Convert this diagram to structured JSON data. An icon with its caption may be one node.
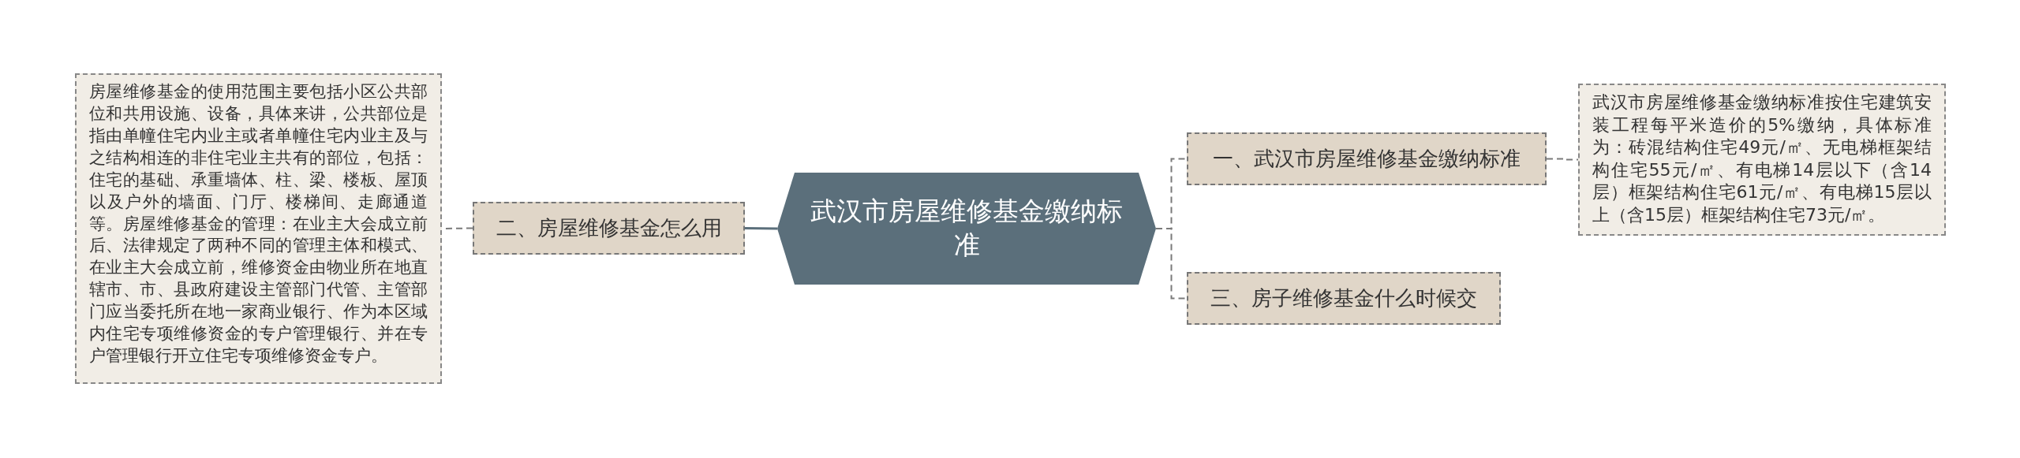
{
  "diagram": {
    "nodes": [
      {
        "text": [
          "武汉市房屋维修基金缴纳标准"
        ]
      },
      {
        "text": [
          "一、武汉市房屋维修基金缴纳标准"
        ]
      },
      {
        "text": [
          "武汉市房屋维修基金缴纳标准按住宅建筑安装工程每平米造价的5%缴纳，具体标准为：砖混结构住宅49元/㎡、无电梯框架结构住宅55元/㎡、有电梯14层以下（含14层）框架结构住宅61元/㎡、有电梯15层以上（含15层）框架结构住宅73元/㎡。"
        ]
      },
      {
        "text": [
          "三、房子维修基金什么时候交"
        ]
      },
      {
        "text": [
          "二、房屋维修基金怎么用"
        ]
      },
      {
        "text": [
          "房屋维修基金的使用范围主要包括小区公共部位和共用设施、设备，具体来讲，公共部位是指由单幢住宅内业主或者单幢住宅内业主及与之结构相连的非住宅业主共有的部位，包括：住宅的基础、承重墙体、柱、梁、楼板、屋顶以及户外的墙面、门厅、楼梯间、走廊通道等。房屋维修基金的管理：在业主大会成立前后、法律规定了两种不同的管理主体和模式、在业主大会成立前，维修资金由物业所在地直辖市、市、县政府建设主管部门代管、主管部门应当委托所在地一家商业银行、作为本区域内住宅专项维修资金的专户管理银行、并在专户管理银行开立住宅专项维修资金专户。"
        ]
      }
    ],
    "edges": [
      {
        "from": 0,
        "to": 1,
        "arrow": "none",
        "style": "dashed",
        "color": "#7a7a7a"
      },
      {
        "from": 1,
        "to": 2,
        "arrow": "none",
        "style": "dashed",
        "color": "#7a7a7a"
      },
      {
        "from": 0,
        "to": 3,
        "arrow": "none",
        "style": "dashed",
        "color": "#7a7a7a"
      },
      {
        "from": 0,
        "to": 4,
        "arrow": "none"
      },
      {
        "from": 4,
        "to": 5,
        "arrow": "none",
        "style": "dashed",
        "color": "#7a7a7a"
      }
    ]
  }
}
